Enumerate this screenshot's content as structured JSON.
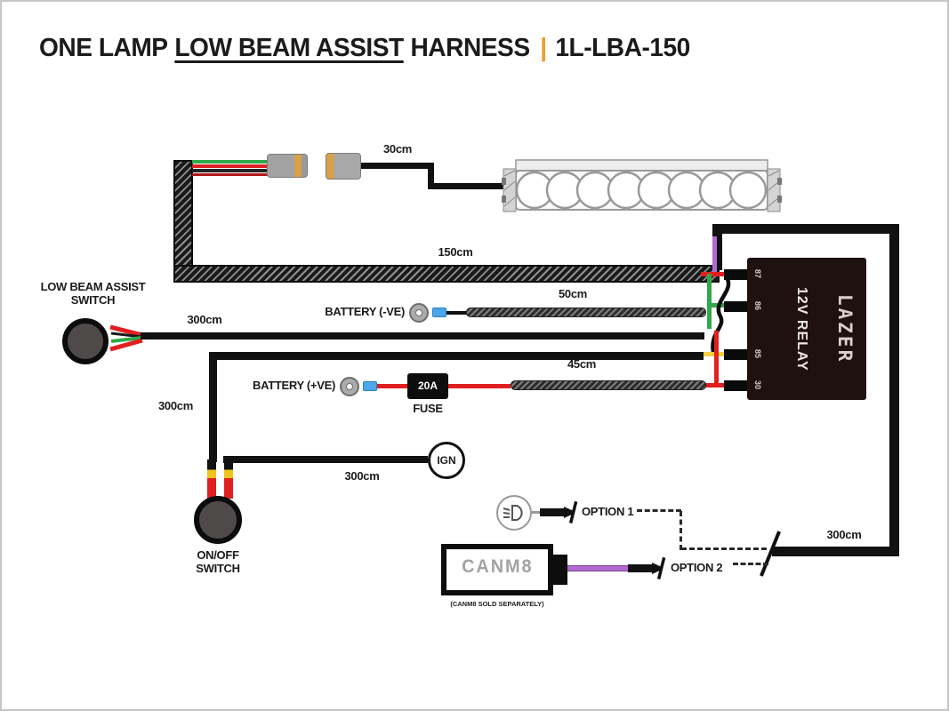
{
  "title": {
    "prefix": "ONE LAMP",
    "underlined": "LOW BEAM ASSIST",
    "suffix": "HARNESS",
    "separator": "|",
    "code": "1L-LBA-150"
  },
  "colors": {
    "accent_orange": "#F09B28",
    "wire_red": "#E02020",
    "wire_green": "#2FAA4A",
    "wire_yellow": "#F4D03F",
    "wire_purple": "#B06AD0",
    "crimp_blue": "#4AA8E8",
    "wire_black": "#111111"
  },
  "wire_lengths": {
    "lamp_cable": "30cm",
    "main_cable": "150cm",
    "battery_neg_cable": "50cm",
    "lba_switch_cable": "300cm",
    "battery_pos_cable": "45cm",
    "onoff_switch_cable": "300cm",
    "ign_cable": "300cm",
    "lowbeam_input_cable": "300cm"
  },
  "components": {
    "lba_switch": {
      "label_line1": "LOW BEAM ASSIST",
      "label_line2": "SWITCH"
    },
    "battery_neg": {
      "label": "BATTERY (-VE)"
    },
    "battery_pos": {
      "label": "BATTERY (+VE)"
    },
    "fuse": {
      "rating": "20A",
      "label": "FUSE"
    },
    "relay": {
      "brand": "LAZER",
      "label": "12V RELAY",
      "pin_87": "87",
      "pin_86": "86",
      "pin_85": "85",
      "pin_30": "30"
    },
    "ign": {
      "label": "IGN"
    },
    "onoff_switch": {
      "label_line1": "ON/OFF",
      "label_line2": "SWITCH"
    },
    "option1": {
      "label": "OPTION 1"
    },
    "option2": {
      "label": "OPTION 2"
    },
    "canm8": {
      "label": "CANM8",
      "note": "(CANM8 SOLD SEPARATELY)"
    }
  }
}
